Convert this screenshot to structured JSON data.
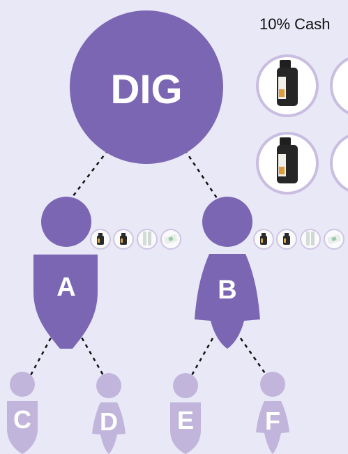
{
  "heading": "10% Cash",
  "root": {
    "label": "DIG"
  },
  "level1": [
    {
      "id": "a",
      "label": "A"
    },
    {
      "id": "b",
      "label": "B"
    }
  ],
  "level2": [
    {
      "id": "c",
      "label": "C"
    },
    {
      "id": "d",
      "label": "D"
    },
    {
      "id": "e",
      "label": "E"
    },
    {
      "id": "f",
      "label": "F"
    }
  ],
  "colors": {
    "background": "#e9e8f6",
    "primary": "#7b66b3",
    "secondary": "#c2b5dc",
    "dotted_line": "#111111"
  },
  "product_icons": [
    "bottle-icon",
    "bottle-icon",
    "tube-icon",
    "pill-pack-icon"
  ]
}
